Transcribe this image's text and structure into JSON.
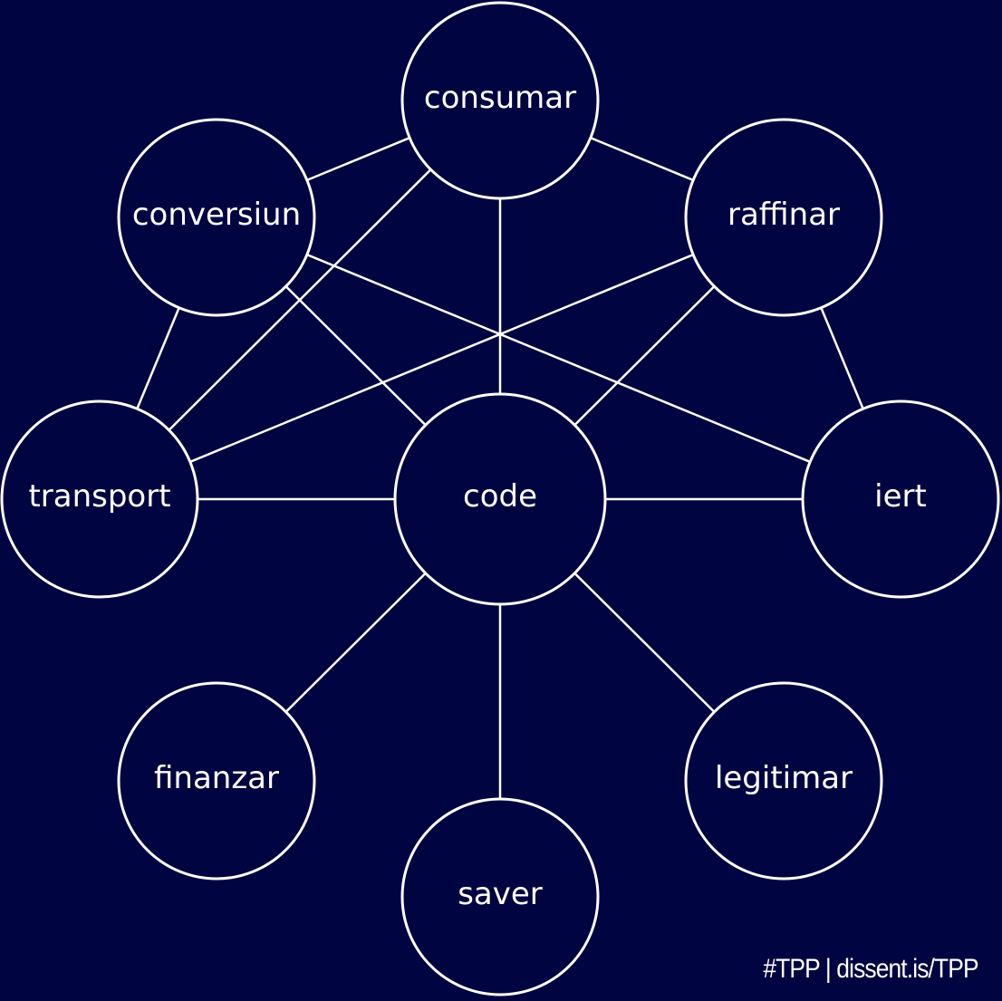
{
  "colors": {
    "background": "#000440",
    "stroke": "#ffffff",
    "text": "#ffffff"
  },
  "nodes": [
    {
      "id": "consumar",
      "label": "consumar"
    },
    {
      "id": "conversiun",
      "label": "conversiun"
    },
    {
      "id": "raffinar",
      "label": "raffinar"
    },
    {
      "id": "transport",
      "label": "transport"
    },
    {
      "id": "code",
      "label": "code"
    },
    {
      "id": "iert",
      "label": "iert"
    },
    {
      "id": "finanzar",
      "label": "finanzar"
    },
    {
      "id": "legitimar",
      "label": "legitimar"
    },
    {
      "id": "saver",
      "label": "saver"
    }
  ],
  "edges": [
    [
      "consumar",
      "conversiun"
    ],
    [
      "consumar",
      "raffinar"
    ],
    [
      "consumar",
      "code"
    ],
    [
      "consumar",
      "transport"
    ],
    [
      "conversiun",
      "transport"
    ],
    [
      "conversiun",
      "code"
    ],
    [
      "conversiun",
      "iert"
    ],
    [
      "raffinar",
      "transport"
    ],
    [
      "raffinar",
      "code"
    ],
    [
      "raffinar",
      "iert"
    ],
    [
      "transport",
      "code"
    ],
    [
      "code",
      "iert"
    ],
    [
      "code",
      "finanzar"
    ],
    [
      "code",
      "saver"
    ],
    [
      "code",
      "legitimar"
    ]
  ],
  "footer": "#TPP | dissent.is/TPP"
}
